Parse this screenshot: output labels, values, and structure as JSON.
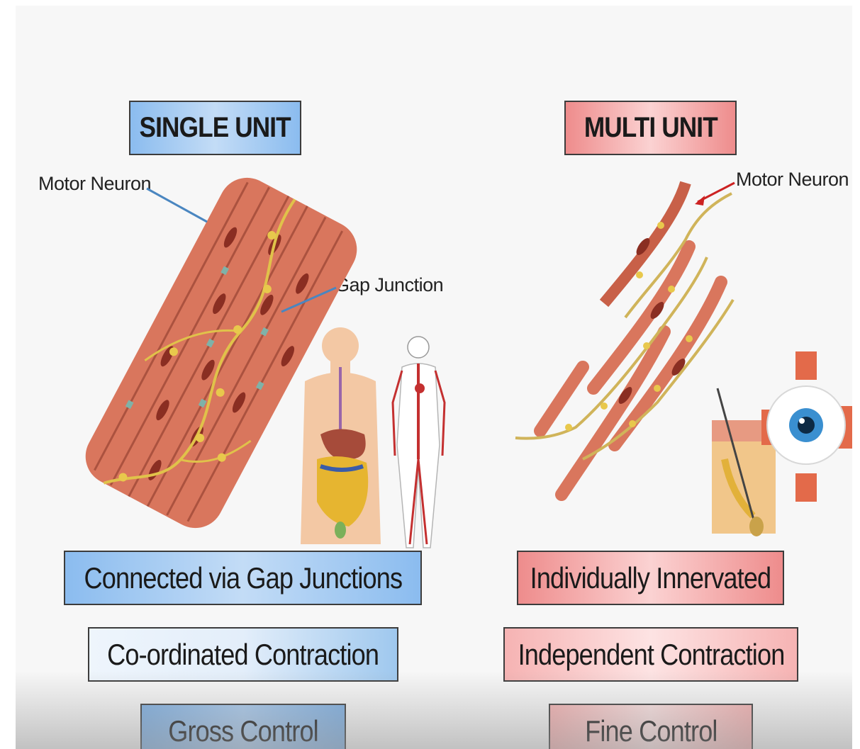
{
  "single_unit": {
    "title": "SINGLE UNIT",
    "motor_neuron_label": "Motor Neuron",
    "gap_junction_label": "Gap Junction",
    "features": [
      "Connected via Gap Junctions",
      "Co-ordinated Contraction",
      "Gross Control"
    ]
  },
  "multi_unit": {
    "title": "MULTI UNIT",
    "motor_neuron_label": "Motor Neuron",
    "features": [
      "Individually Innervated",
      "Independent Contraction",
      "Fine Control"
    ]
  },
  "icons": [
    "smooth-muscle-sheet-illustration",
    "digestive-system-icon",
    "circulatory-system-icon",
    "multi-unit-muscle-fibers-illustration",
    "skin-hair-follicle-icon",
    "eyeball-icon"
  ],
  "colors": {
    "single_accent": "#8bbcef",
    "multi_accent": "#ee8c8c",
    "fiber": "#d9765d",
    "nerve": "#d8b84a"
  }
}
